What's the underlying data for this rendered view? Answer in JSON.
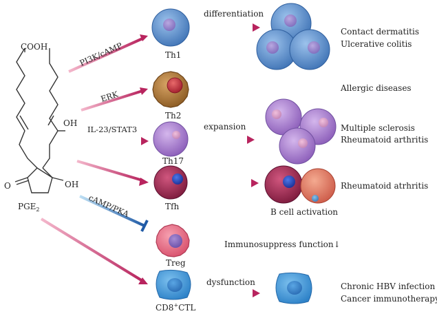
{
  "molecule": {
    "name": "PGE",
    "name_sub": "2",
    "cooh": "COOH",
    "oh_side": "OH",
    "oh_ring": "OH",
    "o_ring": "O"
  },
  "pathways": {
    "th1": "PI3K/cAMP",
    "th2": "ERK",
    "th17": "IL-23/STAT3",
    "treg": "cAMP/PKA"
  },
  "cells": {
    "th1": "Th1",
    "th2": "Th2",
    "th17": "Th17",
    "tfh": "Tfh",
    "treg": "Treg",
    "cd8": "CD8",
    "cd8_sup": "+",
    "cd8_suffix": "CTL"
  },
  "processes": {
    "differentiation": "differentiation",
    "expansion": "expansion",
    "bcell": "B cell activation",
    "dysfunction": "dysfunction",
    "immunosuppress": "Immunosuppress function↓"
  },
  "diseases": {
    "th1_a": "Contact dermatitis",
    "th1_b": "Ulcerative colitis",
    "th2": "Allergic diseases",
    "th17_a": "Multiple sclerosis",
    "th17_b": "Rheumatoid arthritis",
    "tfh": "Rheumatoid atrhritis",
    "cd8_a": "Chronic HBV infection",
    "cd8_b": "Cancer immunotherapy"
  },
  "colors": {
    "arrow": "#c0306a",
    "th1_cell": "#5b8ec9",
    "th2_cell": "#b07a3a",
    "th17_cell": "#a880c8",
    "tfh_cell": "#9e2f55",
    "bcell": "#e0806a",
    "treg_cell": "#e0708a",
    "cd8_cell": "#4a9ad8",
    "inhibit": "#2a6ab0"
  }
}
